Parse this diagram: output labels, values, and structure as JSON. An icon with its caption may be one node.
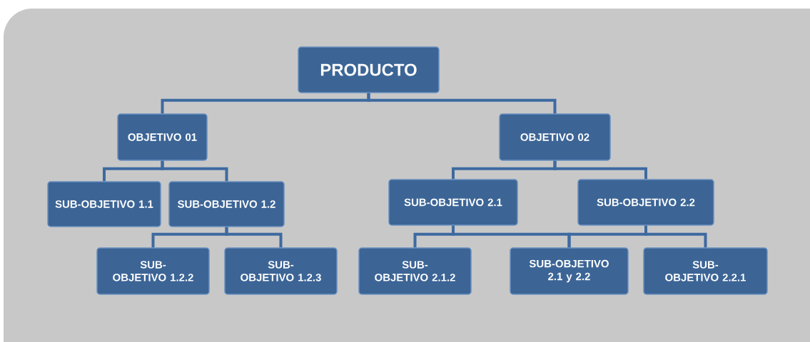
{
  "diagram": {
    "nodes": [
      {
        "text": [
          "PRODUCTO"
        ]
      },
      {
        "text": [
          "OBJETIVO 01"
        ]
      },
      {
        "text": [
          "OBJETIVO 02"
        ]
      },
      {
        "text": [
          "SUB-OBJETIVO 1.1"
        ]
      },
      {
        "text": [
          "SUB-OBJETIVO 1.2"
        ]
      },
      {
        "text": [
          "SUB-OBJETIVO 1.2.2"
        ]
      },
      {
        "text": [
          "SUB-OBJETIVO 1.2.3"
        ]
      },
      {
        "text": [
          "SUB-OBJETIVO 2.1"
        ]
      },
      {
        "text": [
          "SUB-OBJETIVO 2.2"
        ]
      },
      {
        "text": [
          "SUB-OBJETIVO 2.1.2"
        ]
      },
      {
        "text": [
          "SUB-OBJETIVO 2.1 y 2.2"
        ]
      },
      {
        "text": [
          "SUB-OBJETIVO 2.2.1"
        ]
      }
    ],
    "edges": [
      {
        "from": 0,
        "to": 1,
        "arrow": "none"
      },
      {
        "from": 0,
        "to": 2,
        "arrow": "none"
      },
      {
        "from": 1,
        "to": 3,
        "arrow": "none"
      },
      {
        "from": 1,
        "to": 4,
        "arrow": "none"
      },
      {
        "from": 4,
        "to": 5,
        "arrow": "none"
      },
      {
        "from": 4,
        "to": 6,
        "arrow": "none"
      },
      {
        "from": 2,
        "to": 7,
        "arrow": "none"
      },
      {
        "from": 2,
        "to": 8,
        "arrow": "none"
      },
      {
        "from": 7,
        "to": 9,
        "arrow": "none"
      },
      {
        "from": 7,
        "to": 10,
        "arrow": "none"
      },
      {
        "from": 8,
        "to": 10,
        "arrow": "none"
      },
      {
        "from": 8,
        "to": 11,
        "arrow": "none"
      }
    ]
  }
}
